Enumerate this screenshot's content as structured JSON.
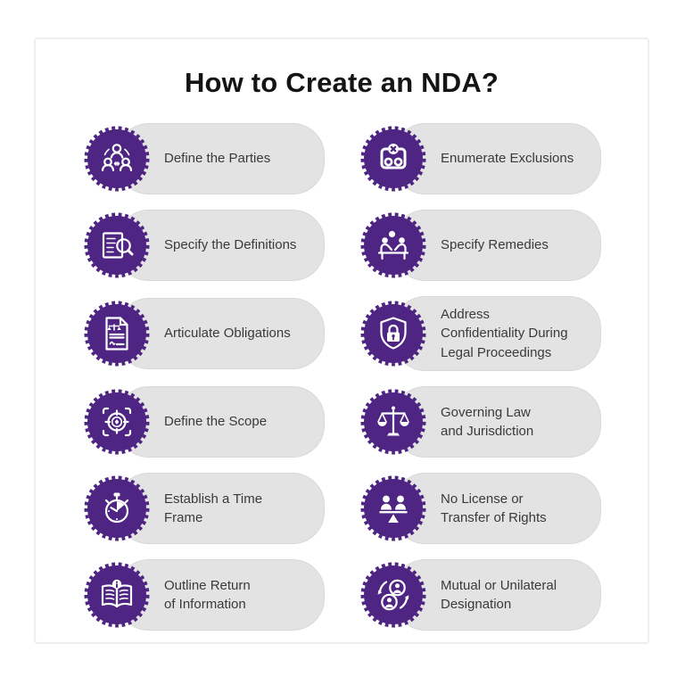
{
  "title": "How to Create an NDA?",
  "theme": {
    "badge_purple": "#4F2583",
    "pill_background": "#E4E3E4",
    "pill_border": "#D9D8DA",
    "label_text": "#3A3A3A",
    "title_text": "#141414",
    "card_border": "#EFEDF0",
    "icon_color": "#FFFFFF"
  },
  "items": [
    {
      "label": "Define the Parties",
      "icon": "parties-icon"
    },
    {
      "label": "Enumerate Exclusions",
      "icon": "exclusions-icon"
    },
    {
      "label": "Specify the Definitions",
      "icon": "definitions-icon"
    },
    {
      "label": "Specify Remedies",
      "icon": "remedies-icon"
    },
    {
      "label": "Articulate Obligations",
      "icon": "obligations-icon"
    },
    {
      "label": "Address\nConfidentiality During\nLegal Proceedings",
      "icon": "confidentiality-icon"
    },
    {
      "label": "Define the Scope",
      "icon": "scope-icon"
    },
    {
      "label": "Governing Law\nand Jurisdiction",
      "icon": "law-icon"
    },
    {
      "label": "Establish a Time\nFrame",
      "icon": "timeframe-icon"
    },
    {
      "label": "No License or\nTransfer of Rights",
      "icon": "license-icon"
    },
    {
      "label": "Outline Return\nof Information",
      "icon": "return-icon"
    },
    {
      "label": "Mutual or Unilateral\nDesignation",
      "icon": "mutual-icon"
    }
  ]
}
